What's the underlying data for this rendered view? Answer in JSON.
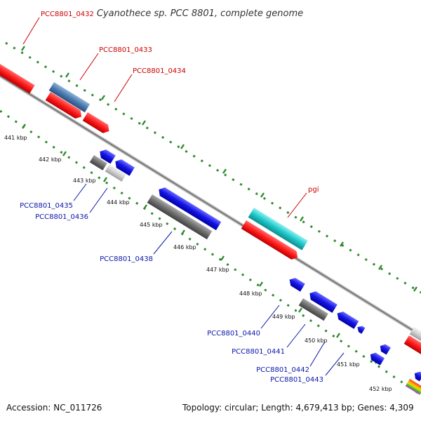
{
  "title": "Cyanothece sp. PCC 8801, complete genome",
  "footer": {
    "accession": "Accession: NC_011726",
    "summary": "Topology: circular; Length: 4,679,413 bp; Genes: 4,309"
  },
  "colors": {
    "backbone": "#888888",
    "tick_dots": "#2e8b2e",
    "plus_label": "#cc0000",
    "minus_label": "#0a16a8",
    "red_gene": "#ff1a1a",
    "steel_gene": "#4a7ab0",
    "cyan_gene": "#1ec8c8",
    "blue_gene": "#1414e6",
    "dark_grey_gene": "#6e6e6e",
    "light_grey_gene": "#cfcfcf"
  },
  "scale_ticks": [
    "441 kbp",
    "442 kbp",
    "443 kbp",
    "444 kbp",
    "445 kbp",
    "446 kbp",
    "447 kbp",
    "448 kbp",
    "449 kbp",
    "450 kbp",
    "451 kbp",
    "452 kbp"
  ],
  "gene_labels_plus": [
    "PCC8801_0432",
    "PCC8801_0433",
    "PCC8801_0434",
    "pgi"
  ],
  "gene_labels_minus": [
    "PCC8801_0435",
    "PCC8801_0436",
    "PCC8801_0438",
    "PCC8801_0440",
    "PCC8801_0441",
    "PCC8801_0442",
    "PCC8801_0443"
  ]
}
